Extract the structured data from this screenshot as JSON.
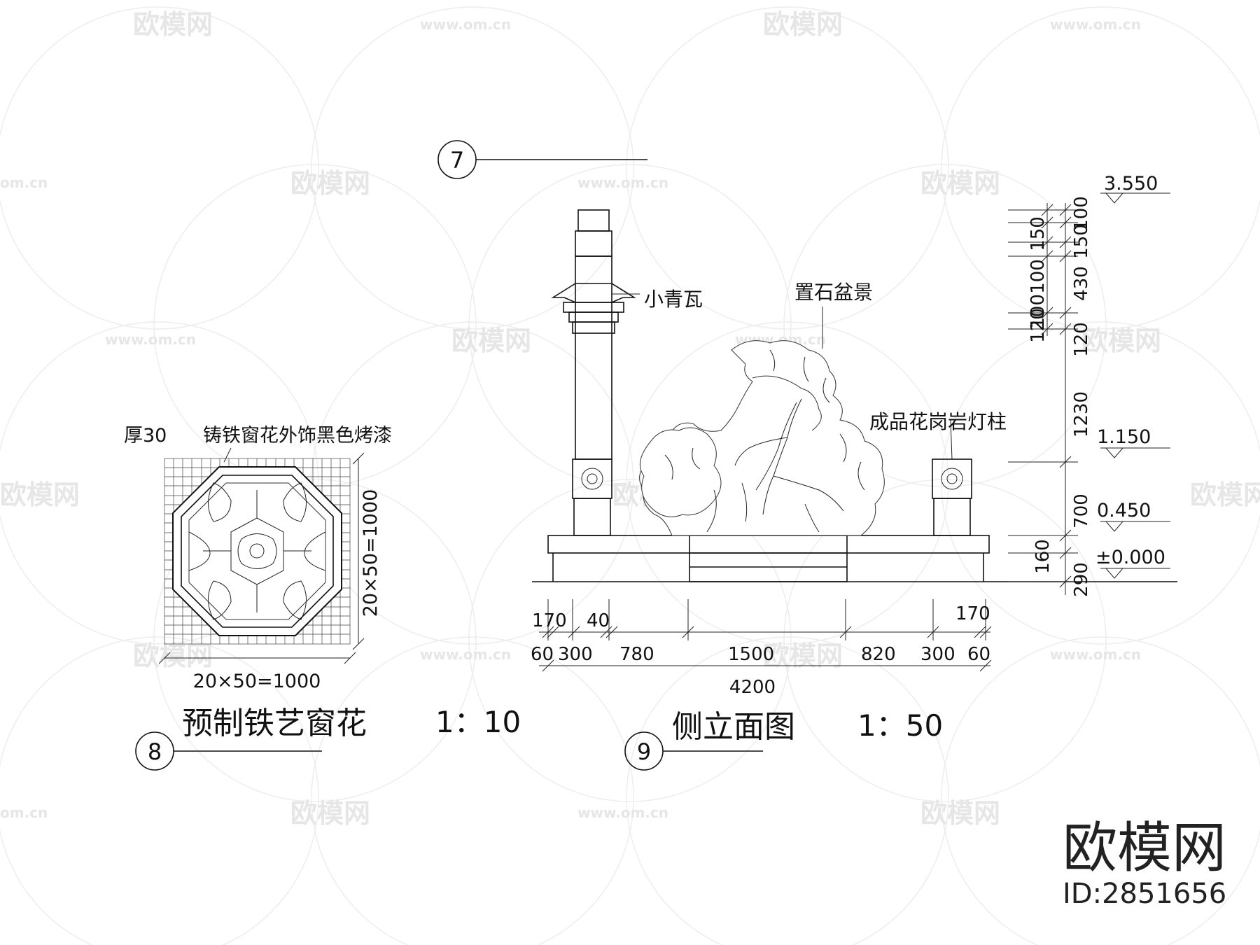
{
  "watermark": {
    "brand": "欧模网",
    "site": "www.om.cn",
    "site_short": "om.cn"
  },
  "brand": {
    "name": "欧模网",
    "id": "ID:2851656"
  },
  "callout_top": {
    "number": "7"
  },
  "window_detail": {
    "thickness_label": "厚30",
    "material_label": "铸铁窗花外饰黑色烤漆",
    "dim_vertical": "20×50=1000",
    "dim_horizontal": "20×50=1000",
    "title": "预制铁艺窗花",
    "scale": "1：10",
    "number": "8"
  },
  "elevation": {
    "label_tile": "小青瓦",
    "label_bonsai": "置石盆景",
    "label_lamp": "成品花岗岩灯柱",
    "title": "侧立面图",
    "scale": "1：50",
    "number": "9",
    "levels": [
      "3.550",
      "1.150",
      "0.450",
      "±0.000"
    ],
    "vertical_dims_left": [
      "100",
      "150",
      "100",
      "120"
    ],
    "vertical_dims_right": [
      "100",
      "150",
      "430",
      "120",
      "1230",
      "700",
      "160",
      "290"
    ],
    "bottom_dims_row1": [
      "170",
      "40",
      "170"
    ],
    "bottom_dims_row2": [
      "60",
      "300",
      "780",
      "1500",
      "820",
      "300",
      "60"
    ],
    "total": "4200"
  }
}
